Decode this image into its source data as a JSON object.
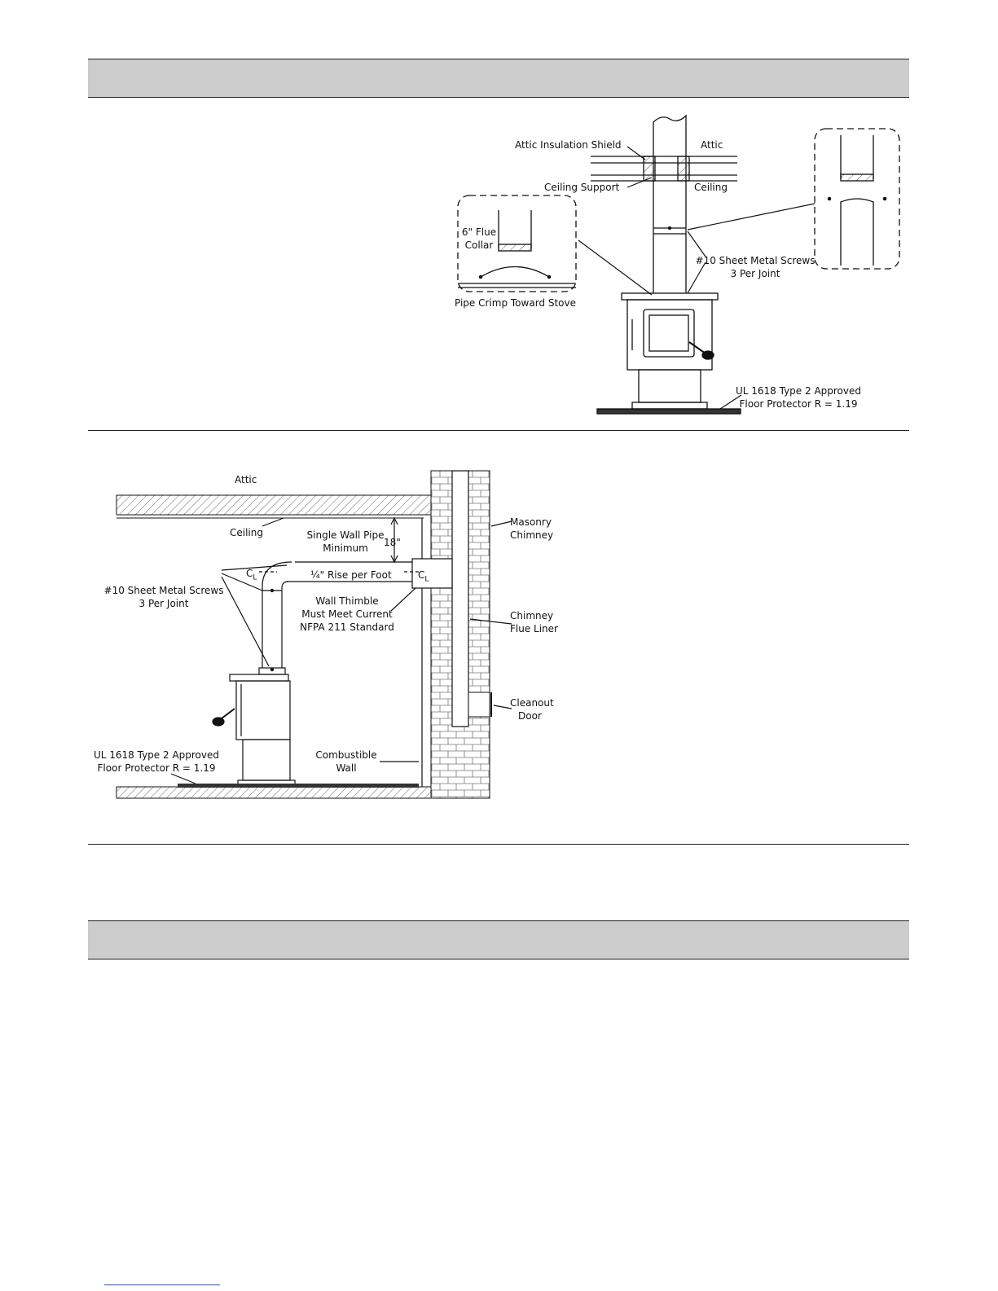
{
  "figure1": {
    "attic_insulation_shield": "Attic Insulation Shield",
    "attic": "Attic",
    "ceiling_support": "Ceiling Support",
    "ceiling": "Ceiling",
    "flue_collar_1": "6\" Flue",
    "flue_collar_2": "Collar",
    "pipe_crimp": "Pipe Crimp Toward Stove",
    "screws_1": "#10 Sheet Metal Screws",
    "screws_2": "3 Per Joint",
    "floor_1": "UL 1618 Type 2 Approved",
    "floor_2": "Floor Protector R = 1.19"
  },
  "figure2": {
    "attic": "Attic",
    "ceiling": "Ceiling",
    "single_wall_1": "Single Wall Pipe",
    "single_wall_2": "Minimum",
    "clearance": "18\"",
    "rise": "¼\" Rise per Foot",
    "centerline": "C",
    "centerline_sub": "L",
    "screws_1": "#10 Sheet Metal Screws",
    "screws_2": "3 Per Joint",
    "thimble_1": "Wall Thimble",
    "thimble_2": "Must Meet Current",
    "thimble_3": "NFPA 211 Standard",
    "masonry_1": "Masonry",
    "masonry_2": "Chimney",
    "liner_1": "Chimney",
    "liner_2": "Flue Liner",
    "cleanout_1": "Cleanout",
    "cleanout_2": "Door",
    "combustible_1": "Combustible",
    "combustible_2": "Wall",
    "floor_1": "UL 1618 Type 2 Approved",
    "floor_2": "Floor Protector R = 1.19"
  }
}
